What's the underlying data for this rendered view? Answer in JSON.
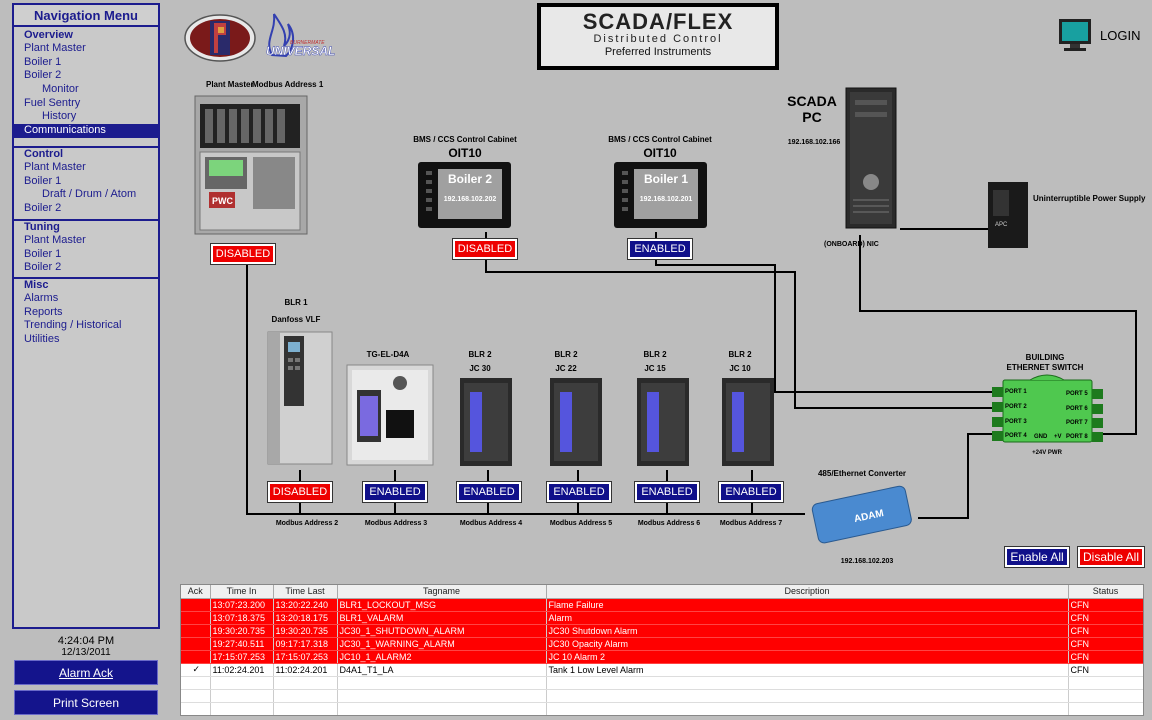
{
  "nav": {
    "title": "Navigation Menu",
    "overview": {
      "items": [
        {
          "label": "Overview",
          "level": 0,
          "bold": true
        },
        {
          "label": "Plant Master",
          "level": 1
        },
        {
          "label": "Boiler 1",
          "level": 1
        },
        {
          "label": "Boiler 2",
          "level": 1
        },
        {
          "label": "Monitor",
          "level": 2
        },
        {
          "label": "Fuel Sentry",
          "level": 1
        },
        {
          "label": "History",
          "level": 2
        },
        {
          "label": "Communications",
          "level": 1,
          "selected": true
        }
      ]
    },
    "control": {
      "head": "Control",
      "items": [
        "Plant Master",
        "Boiler 1",
        "Draft / Drum / Atom",
        "Boiler 2"
      ]
    },
    "tuning": {
      "head": "Tuning",
      "items": [
        "Plant Master",
        "Boiler 1",
        "Boiler 2"
      ]
    },
    "misc": {
      "head": "Misc",
      "items": [
        "Alarms",
        "Reports",
        "Trending / Historical",
        "Utilities"
      ]
    }
  },
  "clock": {
    "time": "4:24:04 PM",
    "date": "12/13/2011"
  },
  "buttons": {
    "alarm_ack": "Alarm Ack",
    "print_screen": "Print Screen",
    "enable_all": "Enable All",
    "disable_all": "Disable All"
  },
  "header": {
    "brand": "SCADA/FLEX",
    "subtitle": "Distributed Control",
    "company": "Preferred Instruments",
    "logo_universal_top": "BURNERMATE",
    "logo_universal": "UNIVERSAL",
    "logo_pwc": "PWC",
    "login": "LOGIN"
  },
  "colors": {
    "nav_blue": "#1c1c8e",
    "status_red": "#ee0000",
    "status_blue": "#10108a",
    "alarm_red": "#ff0000"
  },
  "devices": {
    "plant_master": {
      "title": "Plant Master",
      "address": "Modbus Address 1",
      "status": "DISABLED",
      "badge": "PWC"
    },
    "oit_boiler2": {
      "cabinet": "BMS / CCS Control Cabinet",
      "name": "OIT10",
      "screen_title": "Boiler 2",
      "ip": "192.168.102.202",
      "status": "DISABLED"
    },
    "oit_boiler1": {
      "cabinet": "BMS / CCS Control Cabinet",
      "name": "OIT10",
      "screen_title": "Boiler 1",
      "ip": "192.168.102.201",
      "status": "ENABLED"
    },
    "scada_pc": {
      "title_line1": "SCADA",
      "title_line2": "PC",
      "ip": "192.168.102.166",
      "nic": "(ONBOARD) NIC"
    },
    "ups": {
      "label": "Uninterruptible Power Supply",
      "badge": "APC"
    },
    "vfd": {
      "line1": "BLR 1",
      "line2": "Danfoss VLF",
      "status": "DISABLED",
      "address": "Modbus Address 2"
    },
    "tg": {
      "line1": "TG-EL-D4A",
      "status": "ENABLED",
      "address": "Modbus Address 3"
    },
    "jc30": {
      "line1": "BLR 2",
      "line2": "JC 30",
      "status": "ENABLED",
      "address": "Modbus Address 4"
    },
    "jc22": {
      "line1": "BLR 2",
      "line2": "JC 22",
      "status": "ENABLED",
      "address": "Modbus Address 5"
    },
    "jc15": {
      "line1": "BLR 2",
      "line2": "JC 15",
      "status": "ENABLED",
      "address": "Modbus Address 6"
    },
    "jc10": {
      "line1": "BLR 2",
      "line2": "JC 10",
      "status": "ENABLED",
      "address": "Modbus Address 7"
    },
    "switch": {
      "title_line1": "BUILDING",
      "title_line2": "ETHERNET SWITCH",
      "ports_left": [
        "PORT 1",
        "PORT 2",
        "PORT 3",
        "PORT 4"
      ],
      "ports_right": [
        "PORT 5",
        "PORT 6",
        "PORT 7",
        "PORT 8"
      ],
      "gnd": "GND",
      "v": "+V",
      "power": "+24V PWR"
    },
    "converter": {
      "title": "485/Ethernet Converter",
      "ip": "192.168.102.203",
      "brand": "ADAM"
    }
  },
  "alarms": {
    "columns": [
      "Ack",
      "Time In",
      "Time Last",
      "Tagname",
      "Description",
      "Status"
    ],
    "rows": [
      {
        "ack": "",
        "time_in": "13:07:23.200",
        "time_last": "13:20:22.240",
        "tag": "BLR1_LOCKOUT_MSG",
        "desc": "Flame Failure",
        "status": "CFN",
        "active": true
      },
      {
        "ack": "",
        "time_in": "13:07:18.375",
        "time_last": "13:20:18.175",
        "tag": "BLR1_VALARM",
        "desc": "Alarm",
        "status": "CFN",
        "active": true
      },
      {
        "ack": "",
        "time_in": "19:30:20.735",
        "time_last": "19:30:20.735",
        "tag": "JC30_1_SHUTDOWN_ALARM",
        "desc": "JC30 Shutdown Alarm",
        "status": "CFN",
        "active": true
      },
      {
        "ack": "",
        "time_in": "19:27:40.511",
        "time_last": "09:17:17.318",
        "tag": "JC30_1_WARNING_ALARM",
        "desc": "JC30 Opacity Alarm",
        "status": "CFN",
        "active": true
      },
      {
        "ack": "",
        "time_in": "17:15:07.253",
        "time_last": "17:15:07.253",
        "tag": "JC10_1_ALARM2",
        "desc": "JC 10 Alarm 2",
        "status": "CFN",
        "active": true
      },
      {
        "ack": "✓",
        "time_in": "11:02:24.201",
        "time_last": "11:02:24.201",
        "tag": "D4A1_T1_LA",
        "desc": "Tank 1 Low Level Alarm",
        "status": "CFN",
        "active": false
      },
      {
        "ack": "",
        "time_in": "",
        "time_last": "",
        "tag": "",
        "desc": "",
        "status": "",
        "active": false
      },
      {
        "ack": "",
        "time_in": "",
        "time_last": "",
        "tag": "",
        "desc": "",
        "status": "",
        "active": false
      },
      {
        "ack": "",
        "time_in": "",
        "time_last": "",
        "tag": "",
        "desc": "",
        "status": "",
        "active": false
      }
    ]
  }
}
